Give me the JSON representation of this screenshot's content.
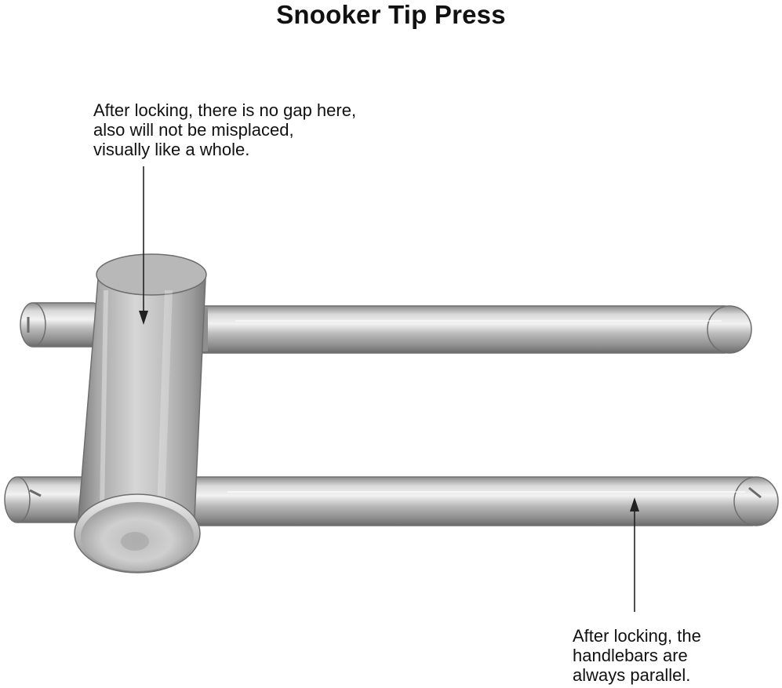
{
  "title": "Snooker Tip Press",
  "annotations": {
    "top": {
      "lines": [
        "After locking, there is no gap here,",
        "also will not be misplaced,",
        "visually like a whole."
      ]
    },
    "bottom": {
      "lines": [
        "After locking, the",
        "handlebars are",
        "always parallel."
      ]
    }
  },
  "colors": {
    "background": "#ffffff",
    "text": "#111111",
    "steel_dark": "#6f6f6f",
    "steel_mid": "#a9a9a9",
    "steel_light": "#e6e6e6",
    "arrow": "#222222"
  }
}
